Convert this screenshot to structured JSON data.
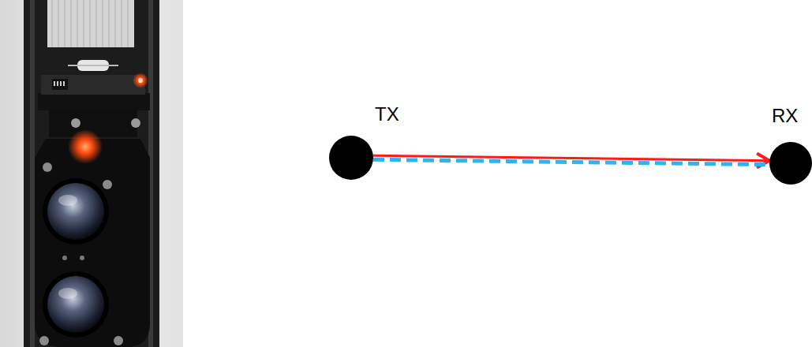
{
  "diagram": {
    "nodes": [
      {
        "text": [
          "TX"
        ]
      },
      {
        "text": [
          "RX"
        ]
      }
    ],
    "edges": [
      {
        "from": 0,
        "to": 1,
        "arrow": "to"
      },
      {
        "from": 0,
        "to": 1,
        "arrow": "none"
      }
    ]
  }
}
